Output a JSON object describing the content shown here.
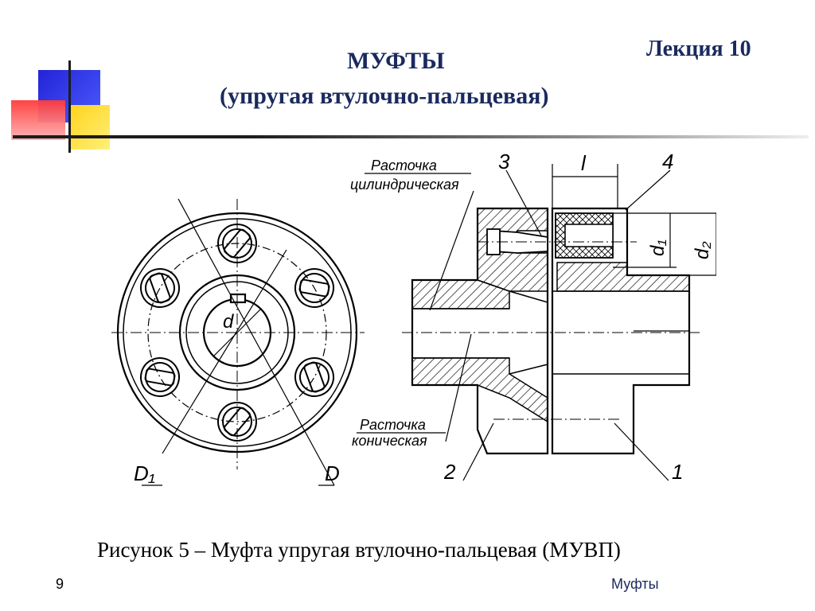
{
  "slide": {
    "lecture_label": "Лекция 10",
    "title": "МУФТЫ",
    "subtitle": "(упругая втулочно-пальцевая)",
    "caption": "Рисунок 5 – Муфта упругая втулочно-пальцевая (МУВП)",
    "page_number": "9",
    "footer": "Муфты"
  },
  "drawing": {
    "labels": {
      "bore_cylindrical_1": "Расточка",
      "bore_cylindrical_2": "цилиндрическая",
      "bore_conical_1": "Расточка",
      "bore_conical_2": "коническая",
      "part_1": "1",
      "part_2": "2",
      "part_3": "3",
      "part_4": "4",
      "dim_l": "l",
      "dim_d1": "d₁",
      "dim_d2": "d₂",
      "dim_d": "d",
      "dim_D": "D",
      "dim_D1": "D₁"
    }
  }
}
